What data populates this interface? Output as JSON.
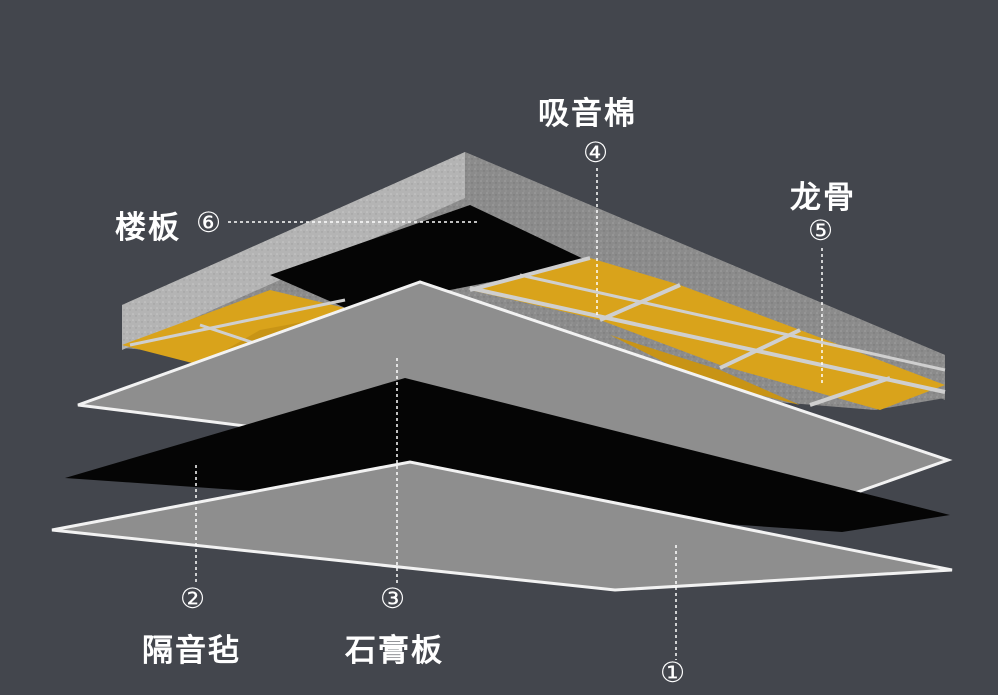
{
  "colors": {
    "background": "#43464d",
    "concrete": "#8b8b8b",
    "concrete_side": "#b2b2b2",
    "wool": "#d9a31b",
    "keel": "#c9c9c9",
    "gypsum": "#8e8e8e",
    "gypsum_edge": "#f2f2f2",
    "felt": "#050505"
  },
  "labels": {
    "floor_slab": "楼板",
    "floor_slab_num": "⑥",
    "sound_wool": "吸音棉",
    "sound_wool_num": "④",
    "keel": "龙骨",
    "keel_num": "⑤",
    "sound_felt": "隔音毡",
    "sound_felt_num": "②",
    "gypsum_board": "石膏板",
    "gypsum_board_num": "③",
    "bottom_layer_num": "①"
  }
}
